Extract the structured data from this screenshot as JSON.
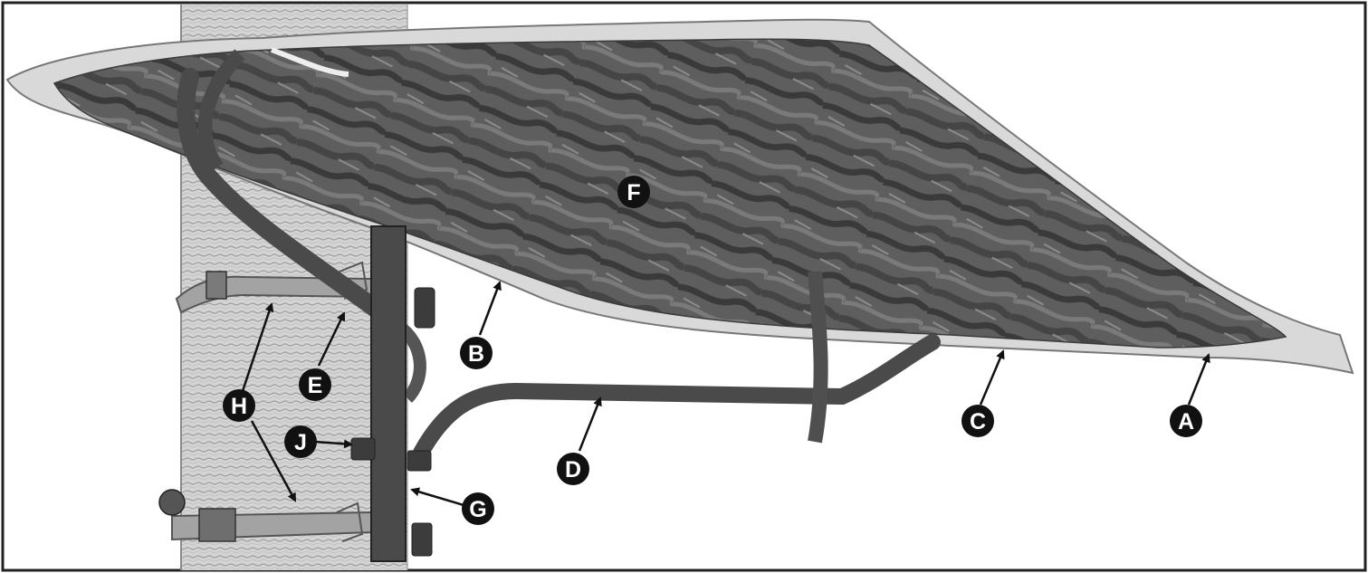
{
  "diagram": {
    "callouts": [
      {
        "id": "A",
        "label": "A"
      },
      {
        "id": "B",
        "label": "B"
      },
      {
        "id": "C",
        "label": "C"
      },
      {
        "id": "D",
        "label": "D"
      },
      {
        "id": "E",
        "label": "E"
      },
      {
        "id": "F",
        "label": "F"
      },
      {
        "id": "G",
        "label": "G"
      },
      {
        "id": "H",
        "label": "H"
      },
      {
        "id": "J",
        "label": "J"
      }
    ],
    "colors": {
      "border": "#222222",
      "callout_fill": "#111111",
      "callout_text": "#ffffff",
      "steel": "#444444",
      "tree_bark": "#cfcfcf",
      "cover_edge": "#e9e9e9",
      "cover_camo": "#5a5a5a",
      "strap": "#9a9a9a"
    }
  }
}
